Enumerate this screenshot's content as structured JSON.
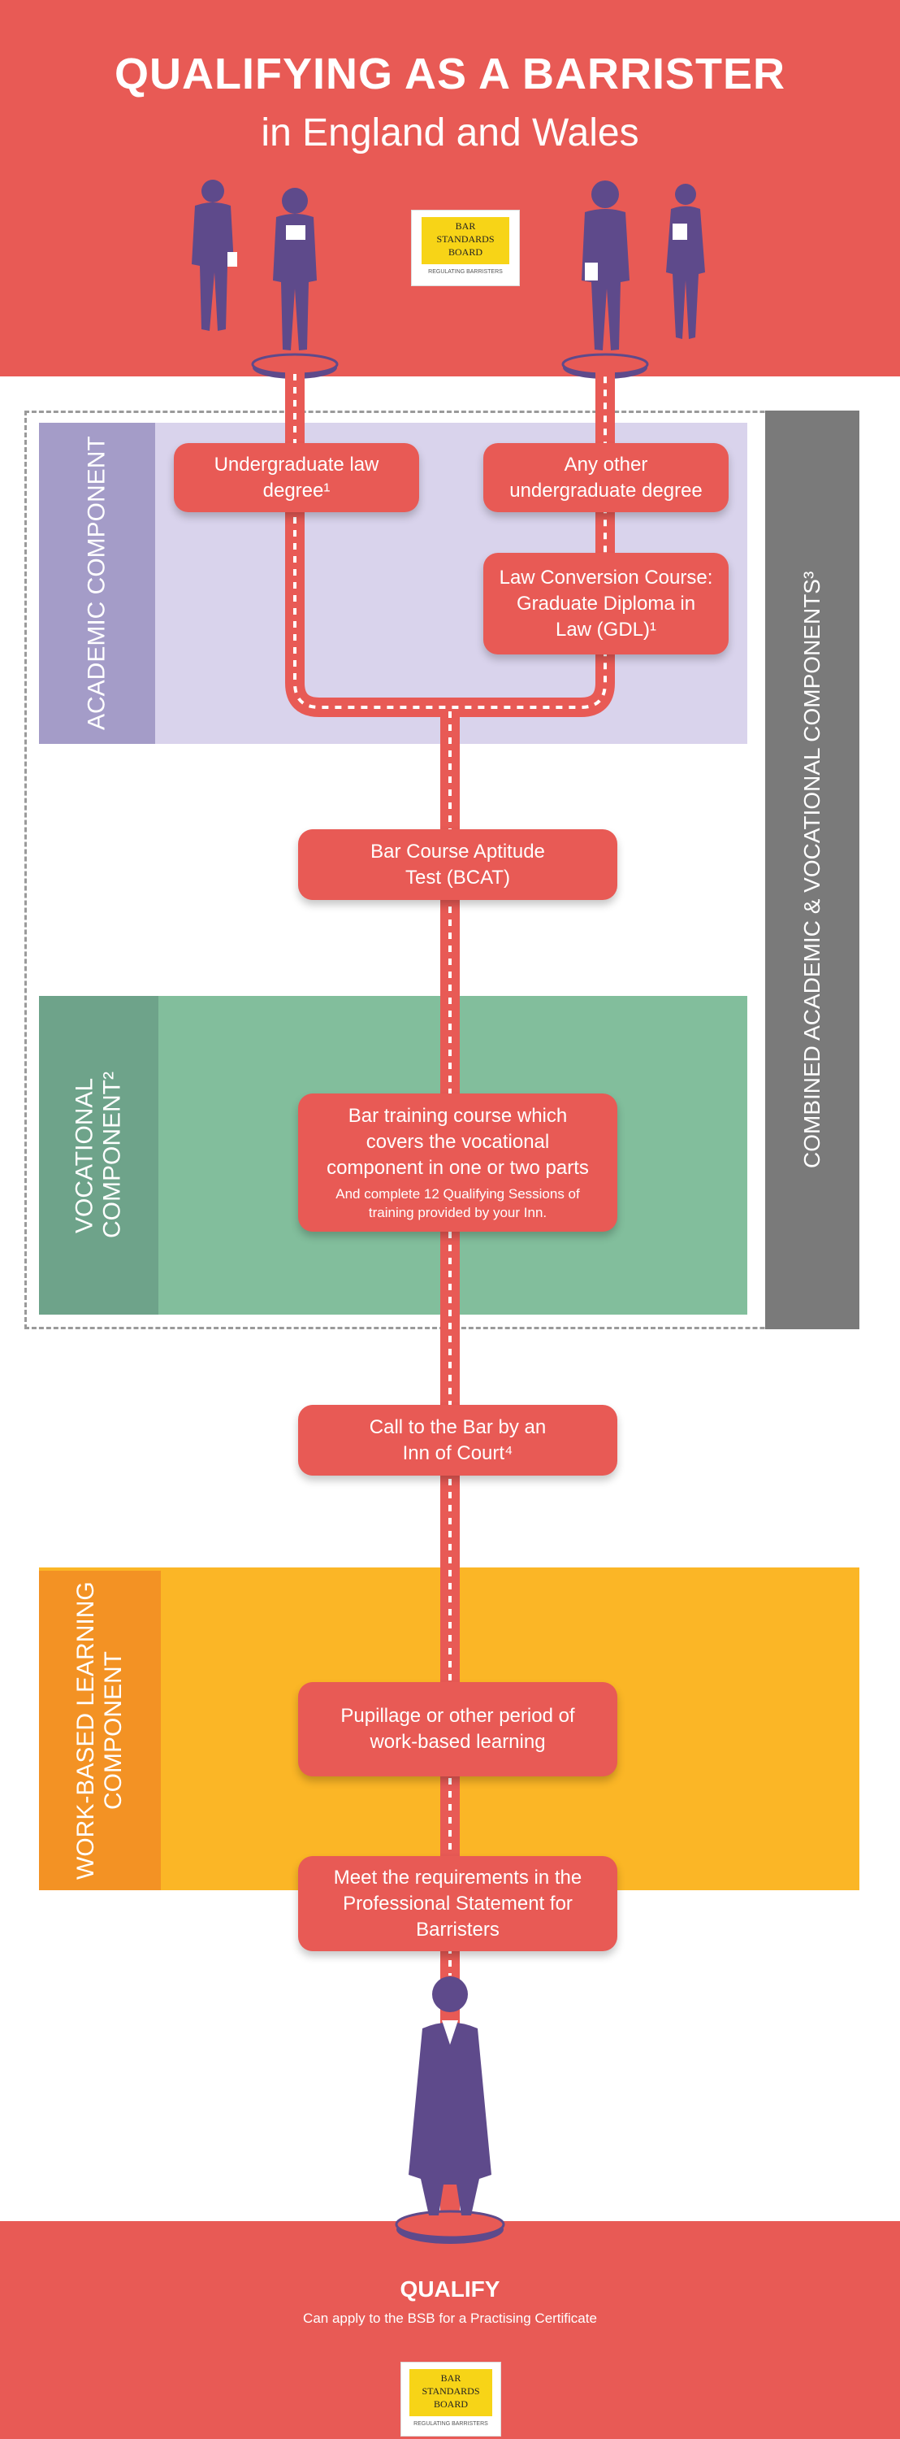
{
  "header": {
    "title": "QUALIFYING AS A BARRISTER",
    "subtitle": "in England and Wales"
  },
  "logo": {
    "line1": "BAR",
    "line2": "STANDARDS",
    "line3": "BOARD",
    "tagline": "REGULATING BARRISTERS"
  },
  "components": {
    "academic": "ACADEMIC COMPONENT",
    "vocational": "VOCATIONAL COMPONENT²",
    "combined": "COMBINED ACADEMIC & VOCATIONAL COMPONENTS³",
    "work_based": "WORK-BASED LEARNING COMPONENT"
  },
  "steps": {
    "law_degree": "Undergraduate law degree¹",
    "other_degree": "Any other undergraduate degree",
    "gdl": "Law Conversion Course: Graduate Diploma in Law (GDL)¹",
    "bcat": "Bar Course Aptitude Test (BCAT)",
    "bar_training": "Bar training course which covers the vocational component in one or two parts",
    "bar_training_note": "And complete 12 Qualifying Sessions of training provided by your Inn.",
    "call_to_bar": "Call to the Bar by an Inn of Court⁴",
    "pupillage": "Pupillage or other period of work-based learning",
    "professional_statement": "Meet the requirements in the Professional Statement for Barristers"
  },
  "footer": {
    "qualify": "QUALIFY",
    "note": "Can apply to the BSB for a Practising Certificate"
  },
  "colors": {
    "red": "#e85a55",
    "purple": "#5e4a8b",
    "academic_bg": "#d9d3ec",
    "academic_label": "#a49cc8",
    "vocational_bg": "#82be9c",
    "vocational_label": "#6ea38a",
    "combined_label": "#7a7a7a",
    "work_bg": "#fbb626",
    "work_label": "#f39224"
  }
}
